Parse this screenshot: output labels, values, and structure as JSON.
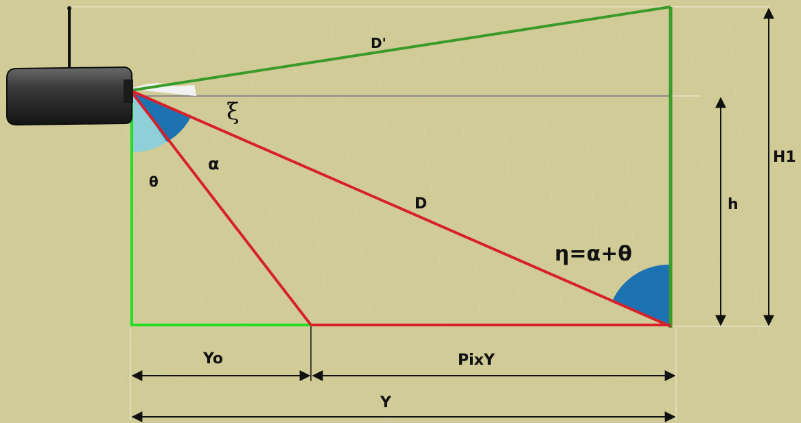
{
  "labels": {
    "d_prime": "D'",
    "xi": "ξ",
    "alpha": "α",
    "theta": "θ",
    "d": "D",
    "eta_equation": "η=α+θ",
    "h": "h",
    "h1": "H1",
    "yo": "Yo",
    "pix_y": "PixY",
    "y": "Y"
  },
  "colors": {
    "background": "#d1cc97",
    "red_line": "#d8202a",
    "bright_green": "#22dd22",
    "dark_green": "#3a9a2a",
    "gray_line": "#8c8c8c",
    "angle_white": "#f2f2f2",
    "angle_light_blue": "#8fcfd8",
    "angle_dark_blue": "#1d72b2",
    "dimension_line": "#111111",
    "camera_body": "#333333"
  },
  "icons": {
    "camera": "camera-icon"
  }
}
